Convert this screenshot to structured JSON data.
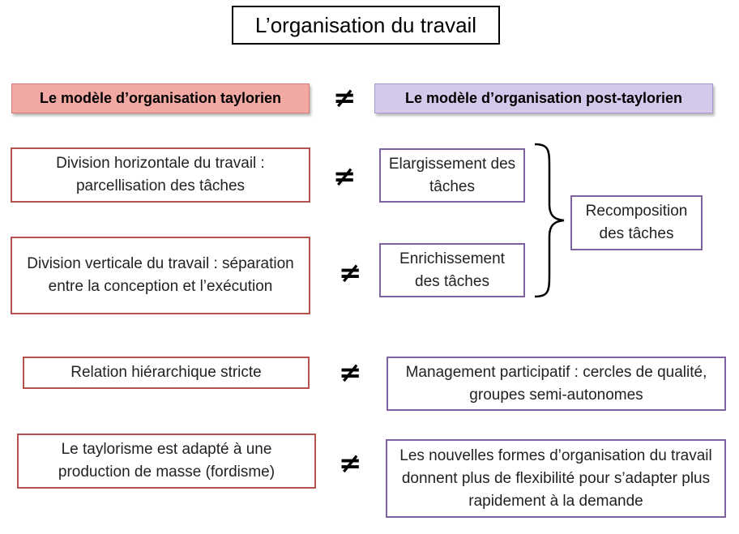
{
  "title": "L’organisation du travail",
  "headers": {
    "left": "Le modèle d’organisation taylorien",
    "right": "Le modèle d’organisation post-taylorien"
  },
  "not_equal_symbol": "≠",
  "rows": [
    {
      "left": "Division horizontale du travail : parcellisation des tâches",
      "right": "Elargissement des tâches"
    },
    {
      "left": "Division verticale du travail : séparation entre la conception et l’exécution",
      "right": "Enrichissement des tâches"
    },
    {
      "left": "Relation hiérarchique stricte",
      "right": "Management participatif : cercles de qualité, groupes semi-autonomes"
    },
    {
      "left": "Le taylorisme est adapté à une production de masse (fordisme)",
      "right": "Les nouvelles formes d’organisation du travail donnent plus de flexibilité pour s’adapter plus rapidement à la demande"
    }
  ],
  "recomposition": "Recomposition des tâches",
  "colors": {
    "taylor_border": "#b5524d",
    "taylor_header_fill": "#f2a8a3",
    "post_taylor_border": "#7f62a1",
    "post_taylor_header_fill": "#d4c9ea"
  }
}
